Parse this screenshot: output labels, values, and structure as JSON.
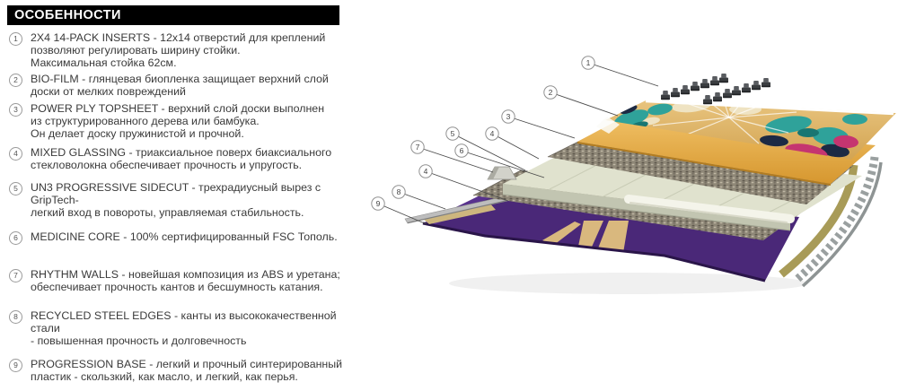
{
  "header": {
    "title": "ОСОБЕННОСТИ"
  },
  "features": [
    {
      "num": "1",
      "text": "2X4 14-PACK INSERTS - 12x14 отверстий для креплений\nпозволяют регулировать ширину стойки.\nМаксимальная стойка 62см."
    },
    {
      "num": "2",
      "text": "BIO-FILM - глянцевая биопленка защищает верхний слой\nдоски от мелких повреждений"
    },
    {
      "num": "3",
      "text": "POWER PLY TOPSHEET - верхний слой доски выполнен\nиз структурированного дерева или бамбука.\nОн делает доску пружинистой и прочной."
    },
    {
      "num": "4",
      "text": "MIXED GLASSING - триаксиальное поверх биаксиального\nстекловолокна обеспечивает прочность и упругость."
    },
    {
      "num": "5",
      "text": "UN3 PROGRESSIVE SIDECUT - трехрадиусный вырез с GripTech-\nлегкий вход в повороты, управляемая стабильность."
    },
    {
      "num": "6",
      "text": "MEDICINE CORE - 100% сертифицированный FSC Тополь."
    },
    {
      "num": "7",
      "text": "RHYTHM WALLS - новейшая композиция из ABS и уретана;\nобеспечивает прочность кантов и бесшумность катания."
    },
    {
      "num": "8",
      "text": "RECYCLED STEEL EDGES - канты из высококачественной стали\n- повышенная прочность и долговечность"
    },
    {
      "num": "9",
      "text": "PROGRESSION BASE - легкий и прочный синтерированный\nпластик - скользкий, как масло, и легкий, как перья."
    }
  ],
  "diagram": {
    "callouts": [
      {
        "n": "1"
      },
      {
        "n": "2"
      },
      {
        "n": "3"
      },
      {
        "n": "4"
      },
      {
        "n": "5"
      },
      {
        "n": "7"
      },
      {
        "n": "6"
      },
      {
        "n": "4"
      },
      {
        "n": "8"
      },
      {
        "n": "9"
      }
    ],
    "palette": {
      "header_bg": "#000000",
      "base_purple": "#4A2878",
      "base_streak_tan": "#D9B87E",
      "amber_topsheet": "#E2A74C",
      "core_wood": "#E0E2CE",
      "fiberglass_mesh": "#8F8878",
      "steel_edge": "#9AA0A0",
      "sidewall_khaki": "#A89B58",
      "graphic_teal": "#2FA29A",
      "graphic_magenta": "#C53570",
      "graphic_navy": "#1C2A44",
      "insert_dark": "#3B3E41"
    }
  }
}
